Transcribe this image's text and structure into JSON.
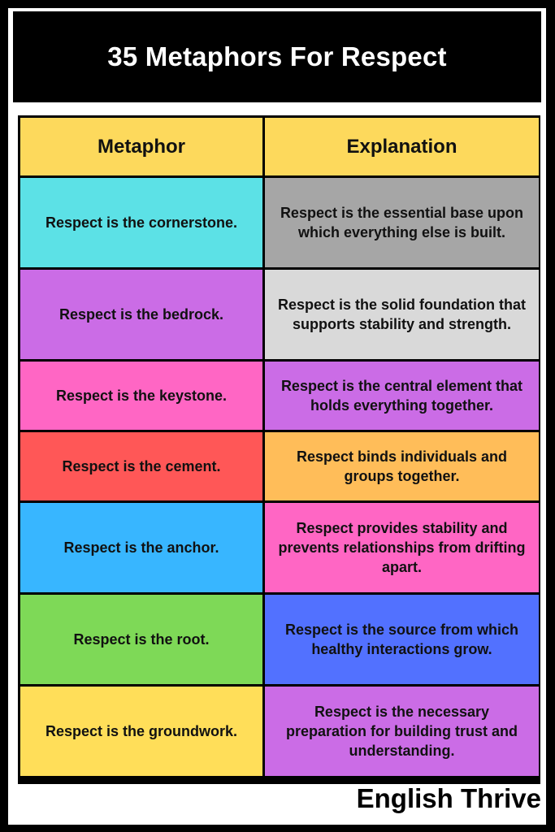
{
  "title": "35 Metaphors For Respect",
  "table": {
    "headers": {
      "metaphor": "Metaphor",
      "explanation": "Explanation",
      "color": "#fdd95c"
    },
    "rows": [
      {
        "metaphor": "Respect is the cornerstone.",
        "explanation": "Respect is the essential base upon which everything else is built.",
        "metaphor_color": "#5ce1e6",
        "explanation_color": "#a6a6a6"
      },
      {
        "metaphor": "Respect is the bedrock.",
        "explanation": "Respect is the solid foundation that supports stability and strength.",
        "metaphor_color": "#cb6ce6",
        "explanation_color": "#d9d9d9"
      },
      {
        "metaphor": "Respect is the keystone.",
        "explanation": "Respect is the central element that holds everything together.",
        "metaphor_color": "#ff66c4",
        "explanation_color": "#cb6ce6"
      },
      {
        "metaphor": "Respect is the cement.",
        "explanation": "Respect binds individuals and groups together.",
        "metaphor_color": "#ff5757",
        "explanation_color": "#ffbd59"
      },
      {
        "metaphor": "Respect is the anchor.",
        "explanation": "Respect provides stability and prevents relationships from drifting apart.",
        "metaphor_color": "#38b6ff",
        "explanation_color": "#ff66c4"
      },
      {
        "metaphor": "Respect is the root.",
        "explanation": "Respect is the source from which healthy interactions grow.",
        "metaphor_color": "#7ed957",
        "explanation_color": "#5271ff"
      },
      {
        "metaphor": "Respect is the groundwork.",
        "explanation": "Respect is the necessary preparation for building trust and understanding.",
        "metaphor_color": "#ffde59",
        "explanation_color": "#cb6ce6"
      }
    ]
  },
  "brand": "English Thrive"
}
